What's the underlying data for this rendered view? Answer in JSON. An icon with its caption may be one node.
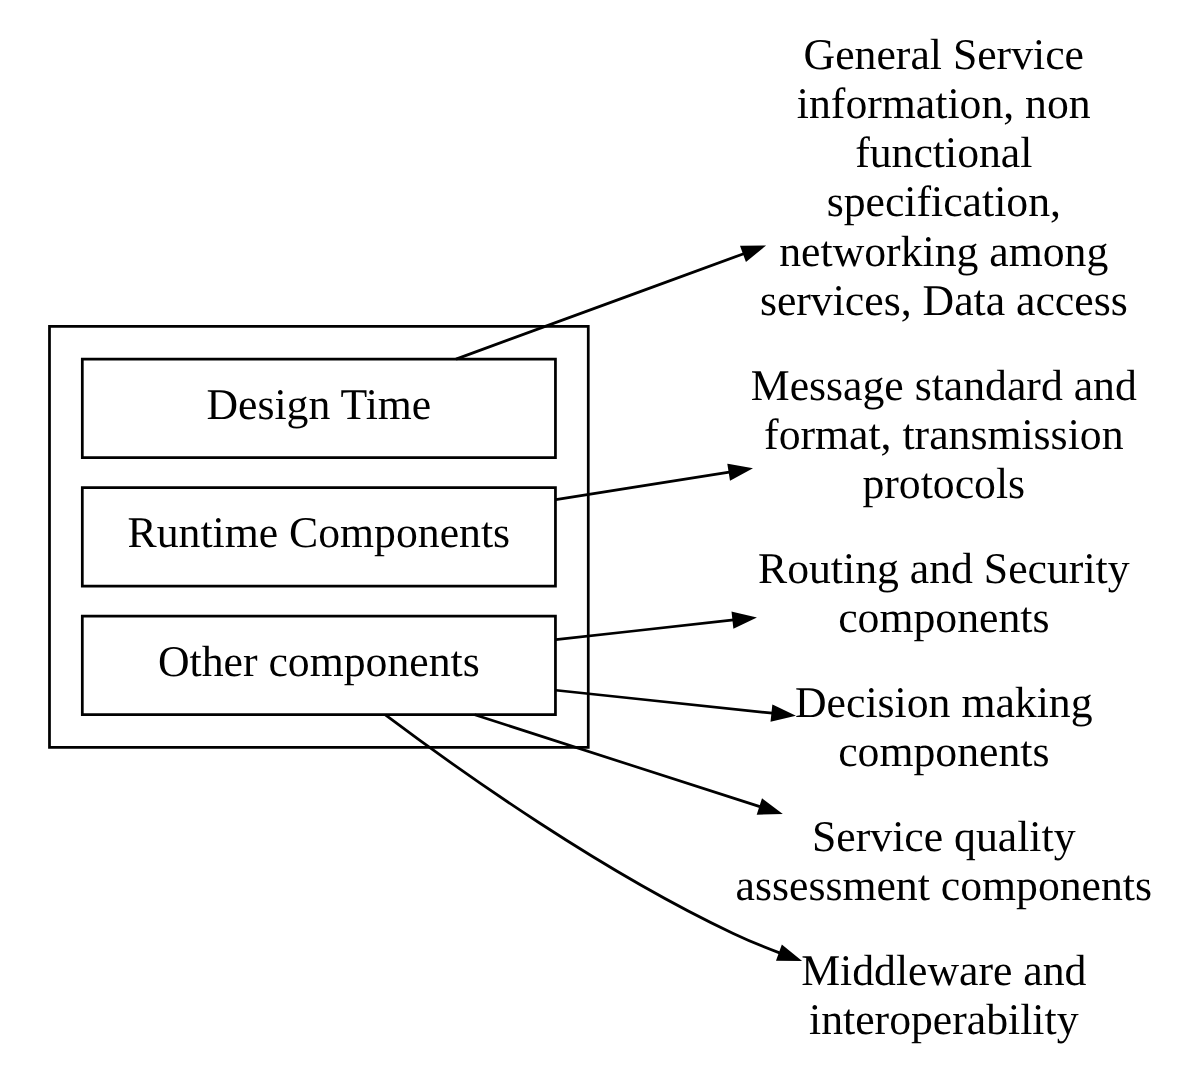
{
  "diagram": {
    "nodes": [
      {
        "text": [],
        "shape": "box"
      },
      {
        "text": [
          "Design Time"
        ],
        "in": 0
      },
      {
        "text": [
          "Runtime Components"
        ],
        "in": 0
      },
      {
        "text": [
          "Other components"
        ],
        "in": 0
      },
      {
        "text": [
          "General Service information, non functional specification, networking among services, Data access"
        ]
      },
      {
        "text": [
          "Message standard and format, transmission protocols"
        ]
      },
      {
        "text": [
          "Routing and Security components"
        ]
      },
      {
        "text": [
          "Decision making components"
        ]
      },
      {
        "text": [
          "Service quality assessment components"
        ]
      },
      {
        "text": [
          "Middleware and interoperability"
        ]
      }
    ],
    "edges": [
      {
        "from": 1,
        "to": 4,
        "arrow": "to"
      },
      {
        "from": 2,
        "to": 5,
        "arrow": "to"
      },
      {
        "from": 3,
        "to": 6,
        "arrow": "to"
      },
      {
        "from": 3,
        "to": 7,
        "arrow": "to"
      },
      {
        "from": 3,
        "to": 8,
        "arrow": "to"
      },
      {
        "from": 3,
        "to": 9,
        "arrow": "to"
      }
    ]
  }
}
